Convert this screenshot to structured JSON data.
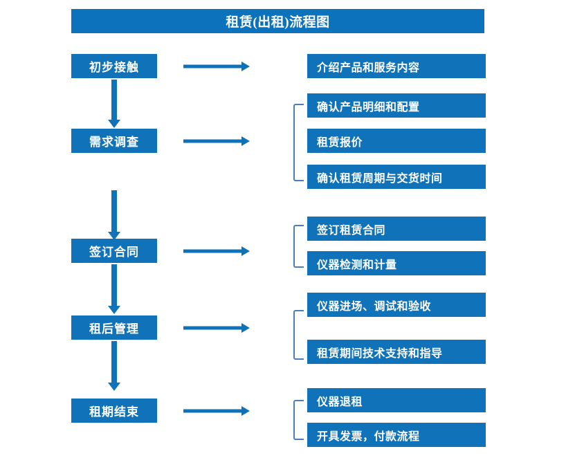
{
  "chart_data": {
    "type": "diagram",
    "title": "租赁(出租)流程图",
    "diagram_kind": "flowchart",
    "stages": [
      {
        "label": "初步接触",
        "details": [
          "介绍产品和服务内容"
        ],
        "grouped": false
      },
      {
        "label": "需求调查",
        "details": [
          "确认产品明细和配置",
          "租赁报价",
          "确认租赁周期与交货时间"
        ],
        "grouped": true
      },
      {
        "label": "签订合同",
        "details": [
          "签订租赁合同",
          "仪器检测和计量"
        ],
        "grouped": true
      },
      {
        "label": "租后管理",
        "details": [
          "仪器进场、调试和验收",
          "租赁期间技术支持和指导"
        ],
        "grouped": true
      },
      {
        "label": "租期结束",
        "details": [
          "仪器退租",
          "开具发票，付款流程"
        ],
        "grouped": true
      }
    ],
    "colors": {
      "title_bar": "#0C72BC",
      "box_fill": "#1072B8",
      "box_text": "#FFFFFF",
      "arrow": "#0E72B8",
      "bracket": "#4A7EBB",
      "background": "#FFFFFF"
    }
  },
  "header": {
    "title": "租赁(出租)流程图"
  },
  "stage_labels": {
    "s0": "初步接触",
    "s1": "需求调查",
    "s2": "签订合同",
    "s3": "租后管理",
    "s4": "租期结束"
  },
  "detail_labels": {
    "d0_0": "介绍产品和服务内容",
    "d1_0": "确认产品明细和配置",
    "d1_1": "租赁报价",
    "d1_2": "确认租赁周期与交货时间",
    "d2_0": "签订租赁合同",
    "d2_1": "仪器检测和计量",
    "d3_0": "仪器进场、调试和验收",
    "d3_1": "租赁期间技术支持和指导",
    "d4_0": "仪器退租",
    "d4_1": "开具发票，付款流程"
  }
}
